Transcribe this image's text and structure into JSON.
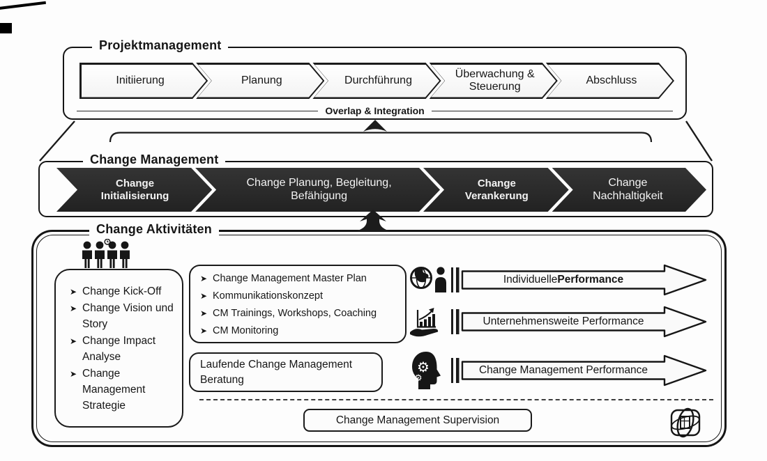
{
  "ui": {
    "bullet": "➤"
  },
  "colors": {
    "border": "#151515",
    "dark_arrow": "#2d2d2d",
    "background": "#fdfdfd"
  },
  "projektmanagement": {
    "title": "Projektmanagement",
    "phases": [
      "Initiierung",
      "Planung",
      "Durchführung",
      "Überwachung & Steuerung",
      "Abschluss"
    ],
    "overlap_label": "Overlap & Integration"
  },
  "change_management": {
    "title": "Change Management",
    "phases": [
      {
        "label": "Change Initialisierung"
      },
      {
        "label": "Change Planung, Begleitung, Befähigung"
      },
      {
        "label": "Change Verankerung"
      },
      {
        "label": "Change Nachhaltigkeit"
      }
    ]
  },
  "change_aktivitaeten": {
    "title": "Change Aktivitäten",
    "icons": {
      "people": "people-group-icon",
      "globe_person": "globe-person-icon",
      "chart_hand": "growth-chart-hand-icon",
      "head_gears": "head-gears-icon",
      "logo": "corner-logo-icon"
    },
    "kickoff_list": [
      "Change Kick-Off",
      "Change Vision und Story",
      "Change Impact Analyse",
      "Change Management Strategie"
    ],
    "plan_list": [
      "Change Management Master Plan",
      "Kommunikationskonzept",
      "CM Trainings, Workshops, Coaching",
      "CM Monitoring"
    ],
    "beratung_label": "Laufende Change Management Beratung",
    "supervision_label": "Change Management Supervision",
    "performance_arrows": [
      {
        "prefix": "Individuelle ",
        "bold": "Performance"
      },
      {
        "prefix": "Unternehmensweite Performance",
        "bold": ""
      },
      {
        "prefix": "Change Management Performance",
        "bold": ""
      }
    ]
  }
}
